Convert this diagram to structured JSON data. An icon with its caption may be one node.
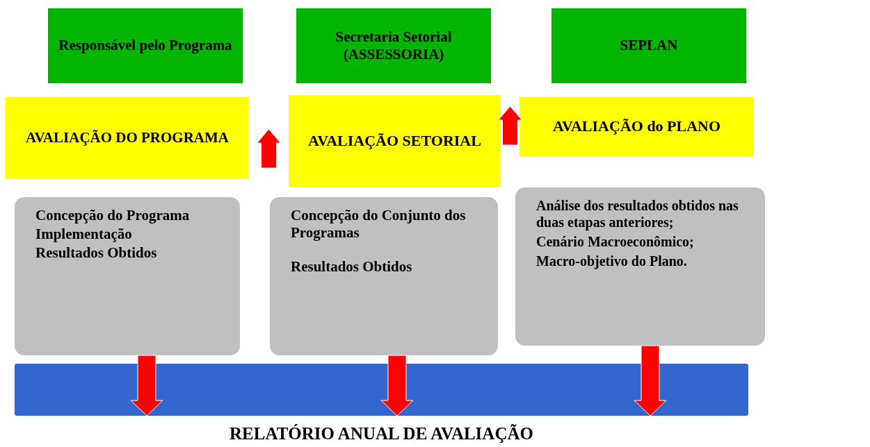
{
  "diagram": {
    "nodes": [
      {
        "text": [
          "Responsável pelo Programa"
        ]
      },
      {
        "text": [
          "Secretaria Setorial (ASSESSORIA)"
        ]
      },
      {
        "text": [
          "SEPLAN"
        ]
      },
      {
        "text": [
          "AVALIAÇÃO DO PROGRAMA"
        ]
      },
      {
        "text": [
          "AVALIAÇÃO SETORIAL"
        ]
      },
      {
        "text": [
          "AVALIAÇÃO do PLANO"
        ]
      },
      {
        "text": [
          "Concepção do Programa",
          "Implementação",
          "Resultados Obtidos"
        ]
      },
      {
        "text": [
          "Concepção do Conjunto dos Programas",
          "Resultados Obtidos"
        ]
      },
      {
        "text": [
          "Análise dos resultados obtidos nas duas etapas anteriores;",
          "Cenário Macroeconômico;",
          "Macro-objetivo do Plano."
        ]
      },
      {
        "text": [],
        "shape": "bar",
        "beside": [
          "RELATÓRIO ANUAL DE AVALIAÇÃO"
        ]
      }
    ],
    "edges": [
      {
        "from": 4,
        "to": 3,
        "arrow": "to"
      },
      {
        "from": 4,
        "to": 5,
        "arrow": "to"
      },
      {
        "from": 6,
        "to": 9,
        "arrow": "to"
      },
      {
        "from": 7,
        "to": 9,
        "arrow": "to"
      },
      {
        "from": 8,
        "to": 9,
        "arrow": "to"
      }
    ]
  }
}
